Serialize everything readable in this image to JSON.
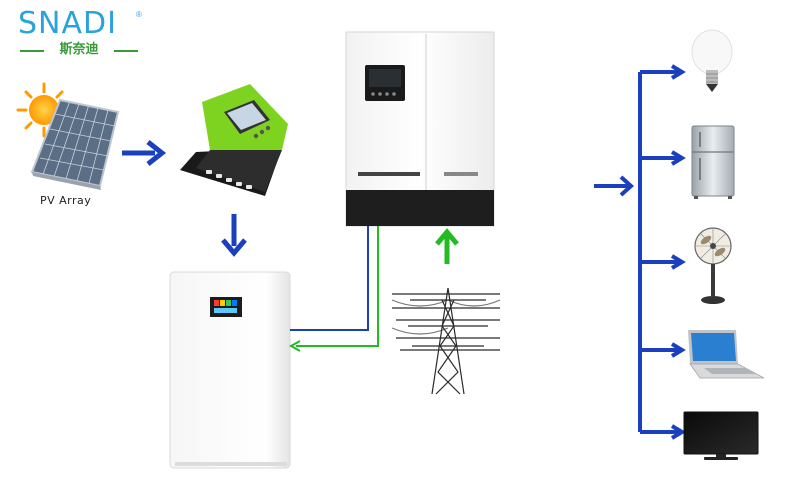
{
  "logo": {
    "brand": "SNADI",
    "registered": "®",
    "chinese": "斯奈迪"
  },
  "labels": {
    "pv_array": "PV Array"
  },
  "colors": {
    "logo_blue": "#2aa3dc",
    "logo_green": "#3a9a3a",
    "arrow_blue": "#1a3fbf",
    "grid_green": "#22bb22",
    "controller_green": "#7ed321"
  },
  "components": {
    "pv_array": {
      "icon": "solar-panel-icon",
      "label_ref": "labels.pv_array"
    },
    "charge_controller": {
      "icon": "charge-controller-icon"
    },
    "battery": {
      "icon": "battery-pack-icon"
    },
    "inverter": {
      "icon": "inverter-icon"
    },
    "grid": {
      "icon": "power-tower-icon"
    }
  },
  "loads": [
    {
      "name": "light-bulb",
      "icon": "light-bulb-icon"
    },
    {
      "name": "refrigerator",
      "icon": "refrigerator-icon"
    },
    {
      "name": "fan",
      "icon": "standing-fan-icon"
    },
    {
      "name": "laptop",
      "icon": "laptop-icon"
    },
    {
      "name": "tv",
      "icon": "tv-icon"
    }
  ]
}
